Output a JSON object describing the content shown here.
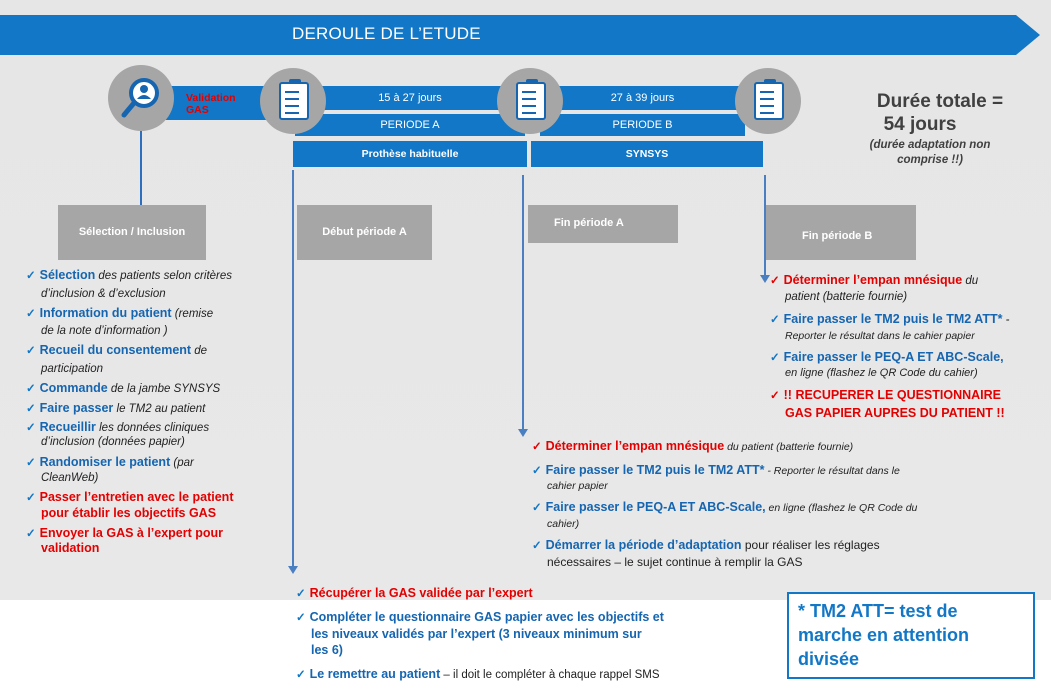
{
  "header": {
    "title": "DEROULE DE L’ETUDE"
  },
  "timeline": {
    "validation_label": "Validation GAS",
    "period_a": {
      "days": "15 à 27 jours",
      "name": "PERIODE A",
      "label": "Prothèse habituelle"
    },
    "period_b": {
      "days": "27 à 39 jours",
      "name": "PERIODE B",
      "label": "SYNSYS"
    }
  },
  "duration": {
    "title_line1": "Durée totale =",
    "title_line2": "54 jours",
    "note": "(durée adaptation non comprise !!)"
  },
  "stages": {
    "selection": "Sélection / Inclusion",
    "debut_a": "Début période A",
    "fin_a": "Fin période A",
    "fin_b": "Fin période B"
  },
  "selection_items": [
    {
      "bold": "Sélection",
      "rest": " des patients selon critères",
      "rest2": "d’inclusion & d’exclusion"
    },
    {
      "bold": "Information du patient",
      "rest": " (remise",
      "rest2": "de la note d’information )"
    },
    {
      "bold": "Recueil du consentement",
      "rest": " de",
      "rest2": "participation"
    },
    {
      "bold": "Commande",
      "rest": " de la jambe SYNSYS"
    },
    {
      "bold": "Faire passer",
      "rest": " le TM2 au patient"
    },
    {
      "bold": "Recueillir",
      "rest": " les données cliniques",
      "rest2": "d’inclusion (données papier)"
    },
    {
      "bold": "Randomiser le patient",
      "rest": " (par",
      "rest2": "CleanWeb)"
    },
    {
      "red1": "Passer l’entretien avec le patient",
      "red2": "pour établir les objectifs GAS"
    },
    {
      "red1": "Envoyer la GAS à l’expert pour",
      "red2": "validation"
    }
  ],
  "debut_a_items": [
    {
      "red": "Récupérer la GAS validée par l’expert"
    },
    {
      "blue1": "Compléter le questionnaire GAS papier avec les objectifs et",
      "blue2": "les niveaux validés par l’expert (3 niveaux minimum sur",
      "blue3": "les 6)"
    },
    {
      "blue": "Le remettre au patient",
      "rest": " – il doit le compléter à chaque rappel SMS"
    }
  ],
  "fin_a_items": [
    {
      "red": "Déterminer l’empan mnésique",
      "rest": " du patient (batterie fournie)"
    },
    {
      "blue": "Faire passer le TM2 puis le TM2 ATT*",
      "rest": " - Reporter le résultat dans le",
      "rest2": "cahier papier"
    },
    {
      "blue": "Faire passer le PEQ-A ET ABC-Scale,",
      "rest": " en ligne (flashez le QR Code du",
      "rest2": "cahier)"
    },
    {
      "blue": "Démarrer la période d’adaptation",
      "rest": "  pour réaliser les réglages",
      "rest2": "nécessaires – le sujet continue à remplir la GAS"
    }
  ],
  "fin_b_items": [
    {
      "red": "Déterminer l’empan mnésique",
      "rest": " du",
      "rest2": "patient (batterie fournie)"
    },
    {
      "blue": "Faire passer le TM2 puis le TM2 ATT*",
      "rest": " -",
      "rest2": "Reporter le résultat dans le cahier papier"
    },
    {
      "blue": "Faire passer le PEQ-A ET ABC-Scale,",
      "rest2": "en ligne (flashez le QR Code du cahier)"
    },
    {
      "red1": "!! RECUPERER LE QUESTIONNAIRE",
      "red2": "GAS PAPIER AUPRES DU PATIENT !!"
    }
  ],
  "footnote": {
    "line1": "* TM2 ATT= test de",
    "line2": "marche en attention",
    "line3": "divisée"
  },
  "colors": {
    "brand_blue": "#1177c6",
    "alert_red": "#e30000",
    "grey": "#a6a6a6"
  },
  "icons": [
    "search-person-icon",
    "clipboard-checklist-icon",
    "checkmark-icon"
  ]
}
